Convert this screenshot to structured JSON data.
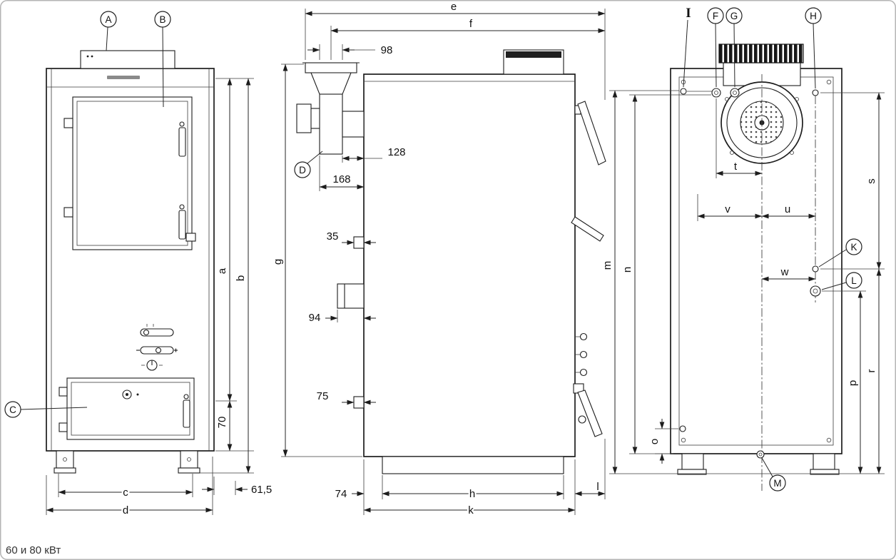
{
  "caption": "60 и 80 кВт",
  "callouts": {
    "A": "A",
    "B": "B",
    "C": "C",
    "D": "D",
    "F": "F",
    "G": "G",
    "H": "H",
    "I": "I",
    "K": "K",
    "L": "L",
    "M": "M"
  },
  "dims": {
    "a": "a",
    "b": "b",
    "c": "c",
    "d": "d",
    "e": "e",
    "f": "f",
    "g": "g",
    "h": "h",
    "k": "k",
    "l": "l",
    "m": "m",
    "n": "n",
    "o": "o",
    "p": "p",
    "r": "r",
    "s": "s",
    "t": "t",
    "u": "u",
    "v": "v",
    "w": "w",
    "front_70": "70",
    "front_615": "61,5",
    "side_98": "98",
    "side_128": "128",
    "side_168": "168",
    "side_35": "35",
    "side_94": "94",
    "side_75": "75",
    "side_74": "74"
  }
}
